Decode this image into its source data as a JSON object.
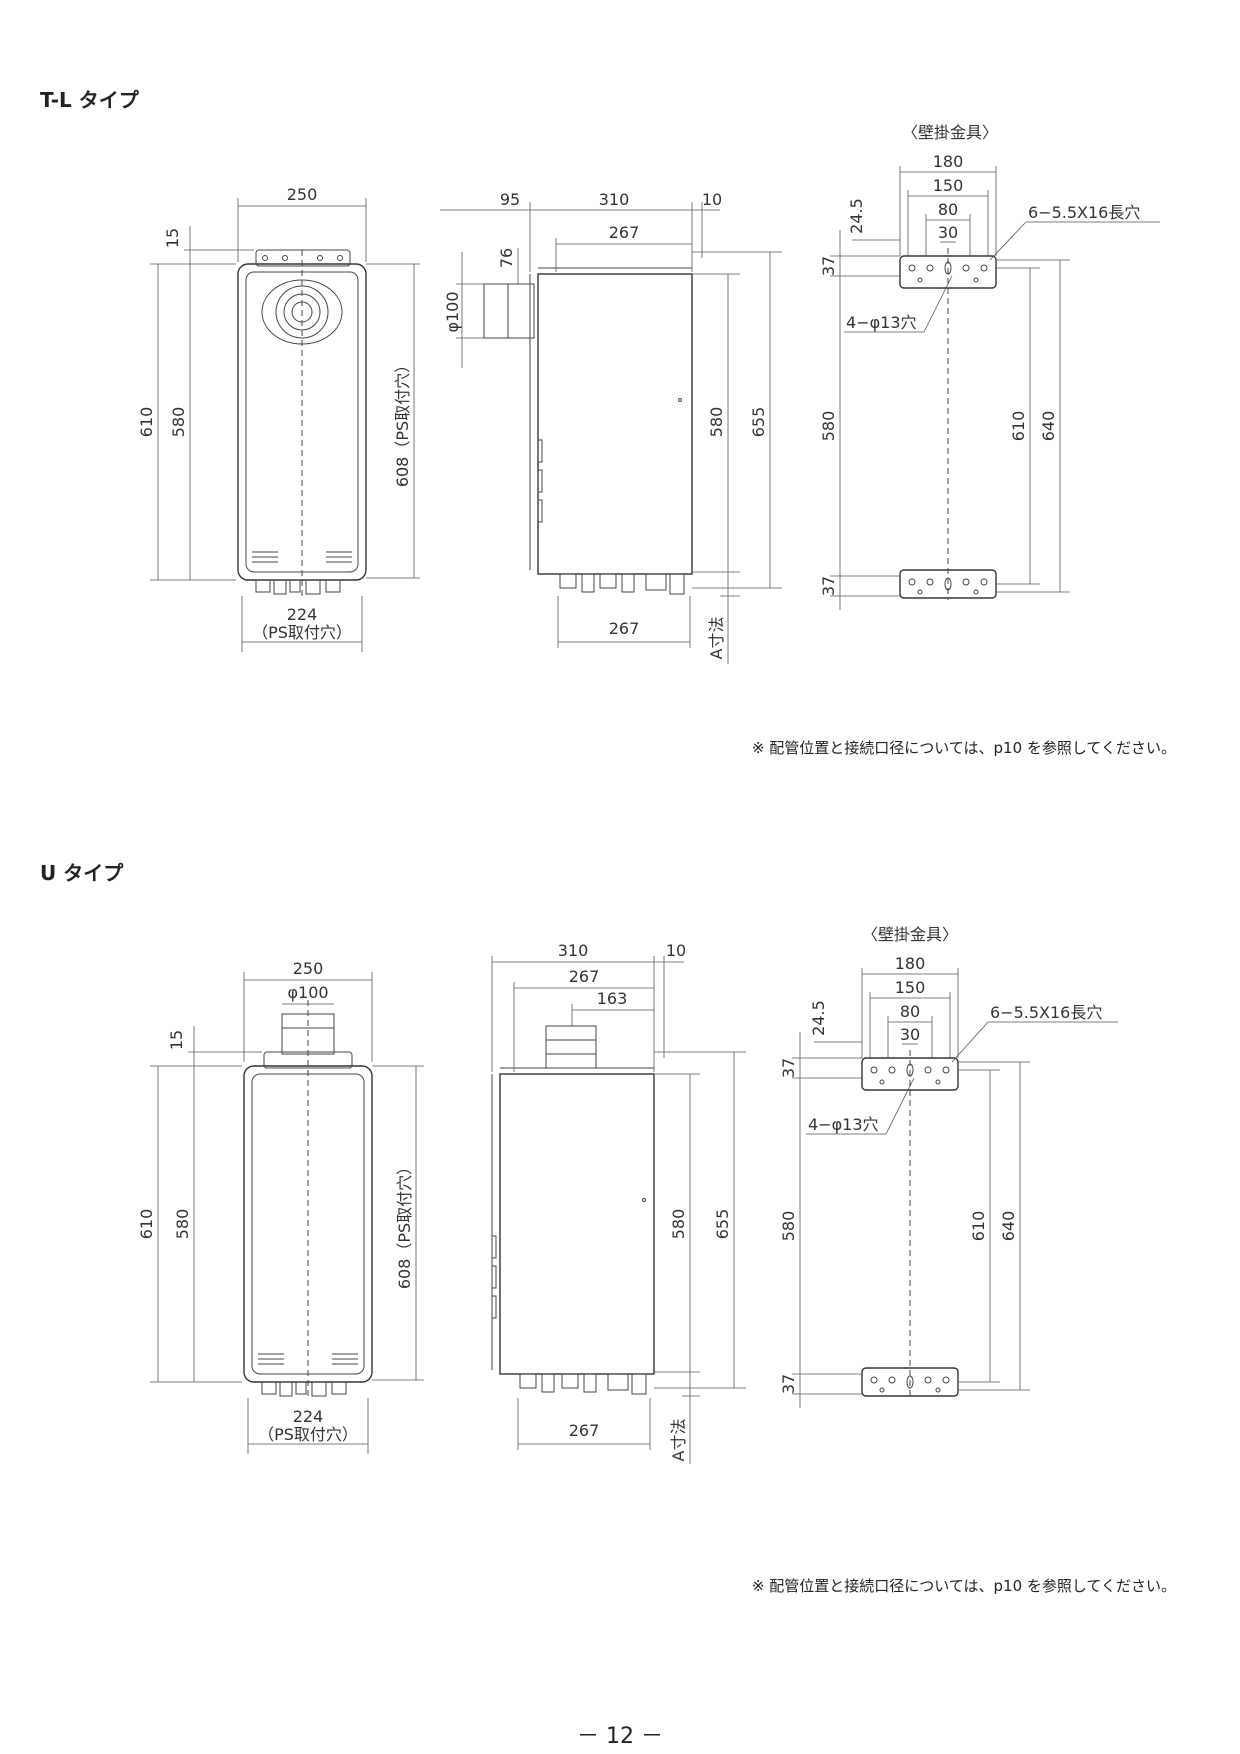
{
  "sections": [
    {
      "title": "T-L タイプ",
      "note": "※ 配管位置と接続口径については、p10 を参照してください。"
    },
    {
      "title": "U タイプ",
      "note": "※ 配管位置と接続口径については、p10 を参照してください。"
    }
  ],
  "page_number": "－ 12 －",
  "tl": {
    "front": {
      "w250": "250",
      "h15": "15",
      "h610": "610",
      "h580": "580",
      "h608": "608（PS取付穴）",
      "w224": "224",
      "ps": "（PS取付穴）"
    },
    "side": {
      "w95": "95",
      "w310": "310",
      "w10": "10",
      "w267": "267",
      "h76": "76",
      "d100": "φ100",
      "h580": "580",
      "h655": "655",
      "w267b": "267",
      "a": "A寸法"
    },
    "bracket": {
      "title": "〈壁掛金具〉",
      "w180": "180",
      "w150": "150",
      "w80": "80",
      "w30": "30",
      "h245": "24.5",
      "slot": "6−5.5X16長穴",
      "hole": "4−φ13穴",
      "h37a": "37",
      "h580": "580",
      "h37b": "37",
      "h610": "610",
      "h640": "640"
    }
  },
  "u": {
    "front": {
      "w250": "250",
      "d100": "φ100",
      "h15": "15",
      "h610": "610",
      "h580": "580",
      "h608": "608（PS取付穴）",
      "w224": "224",
      "ps": "（PS取付穴）"
    },
    "side": {
      "w310": "310",
      "w10": "10",
      "w267": "267",
      "w163": "163",
      "h580": "580",
      "h655": "655",
      "w267b": "267",
      "a": "A寸法"
    },
    "bracket": {
      "title": "〈壁掛金具〉",
      "w180": "180",
      "w150": "150",
      "w80": "80",
      "w30": "30",
      "h245": "24.5",
      "slot": "6−5.5X16長穴",
      "hole": "4−φ13穴",
      "h37a": "37",
      "h580": "580",
      "h37b": "37",
      "h610": "610",
      "h640": "640"
    }
  }
}
